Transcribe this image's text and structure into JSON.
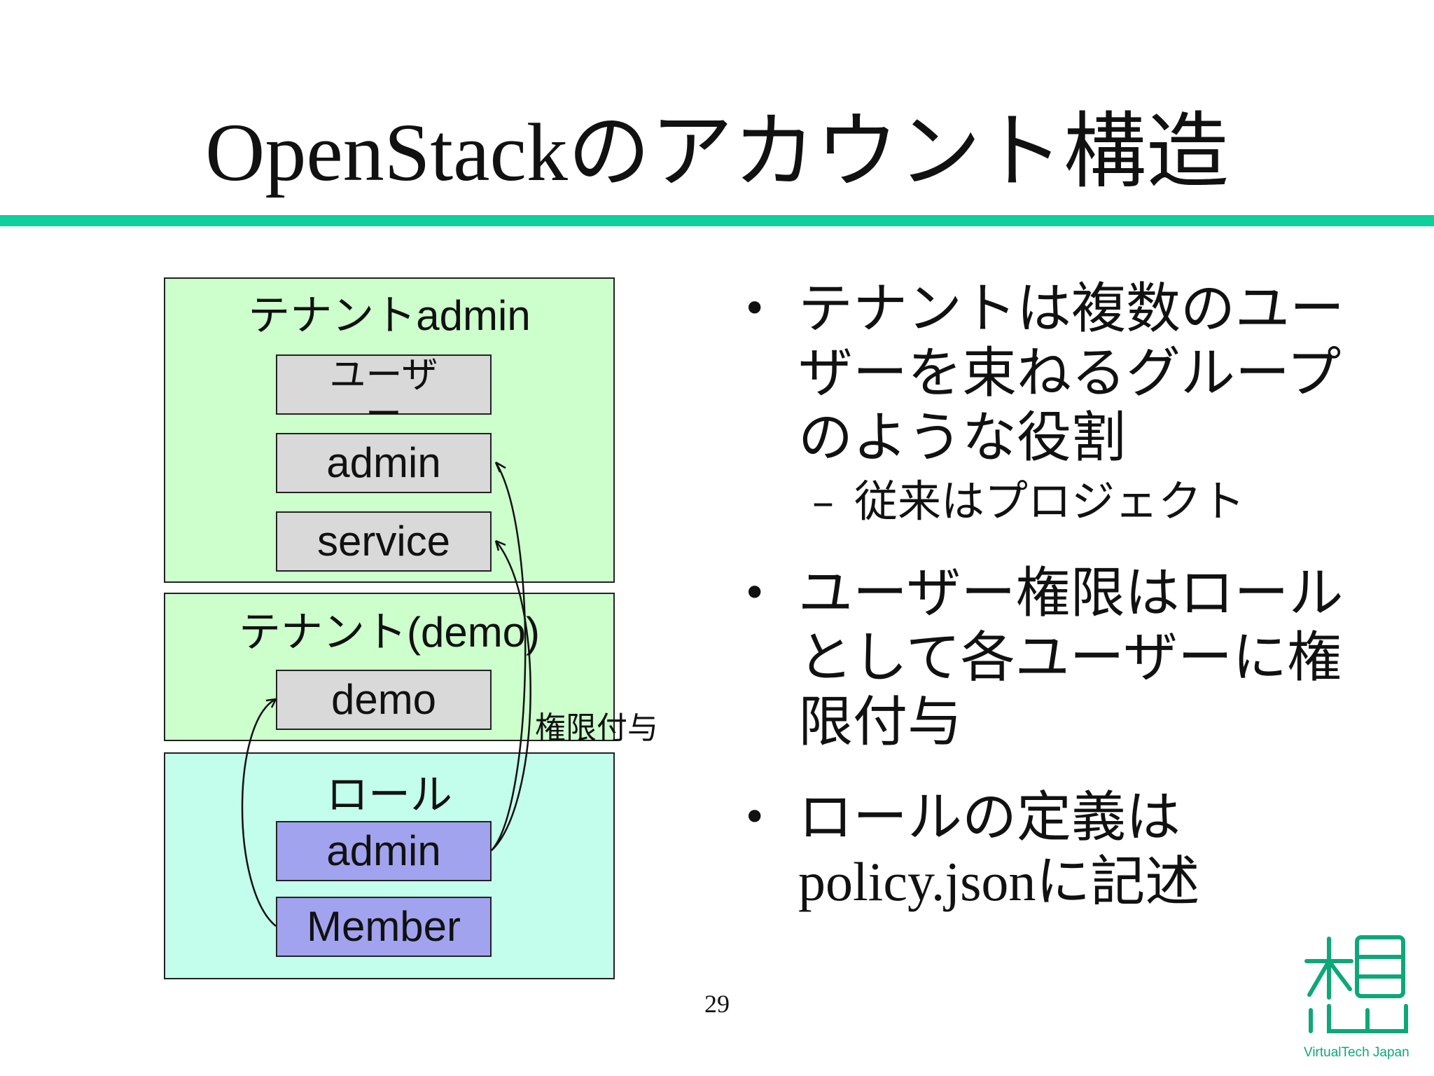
{
  "slide": {
    "title": "OpenStackのアカウント構造",
    "page_number": "29"
  },
  "diagram": {
    "tenant_admin": {
      "label_jp": "テナント",
      "label_en": "admin",
      "header_box": "ユーザー",
      "users": [
        "admin",
        "service"
      ]
    },
    "tenant_demo": {
      "label_jp": "テナント",
      "label_en": "(demo)",
      "users": [
        "demo"
      ]
    },
    "roles": {
      "label": "ロール",
      "items": [
        "admin",
        "Member"
      ]
    },
    "arrow_label": "権限付与"
  },
  "bullets": [
    {
      "text": "テナントは複数のユーザーを束ねるグループのような役割",
      "sub": "従来はプロジェクト"
    },
    {
      "text": "ユーザー権限はロールとして各ユーザーに権限付与"
    },
    {
      "text_jp1": "ロールの定義は",
      "text_en": "policy.json",
      "text_jp2": "に記述"
    }
  ],
  "logo": {
    "text": "VirtualTech Japan"
  },
  "colors": {
    "accent": "#0fcf9c",
    "tenant_bg": "#ccffcc",
    "role_bg": "#c3fdeb",
    "user_box": "#d9d9d9",
    "role_box": "#a2a3ee"
  }
}
